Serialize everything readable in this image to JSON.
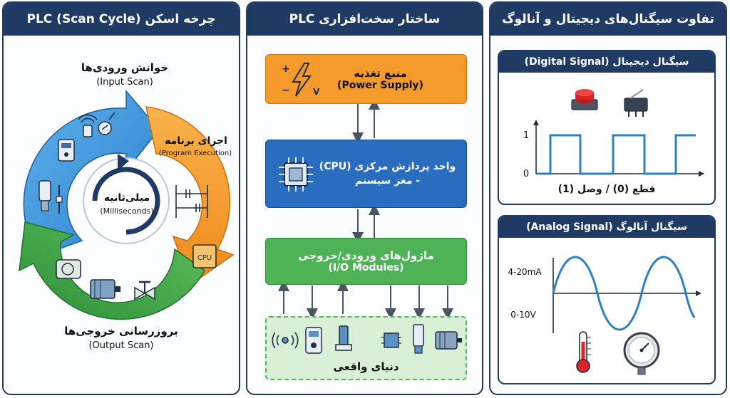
{
  "scan_panel": {
    "title": "چرخه اسکن PLC (Scan Cycle)",
    "input_scan": {
      "fa": "خوانش ورودی‌ها",
      "en": "(Input Scan)"
    },
    "program_execution": {
      "fa": "اجرای برنامه",
      "en": "(Program Execution)"
    },
    "output_scan": {
      "fa": "بروزرسانی خروجی‌ها",
      "en": "(Output Scan)"
    },
    "center": {
      "fa": "میلی‌ثانیه",
      "en": "(Milliseconds)"
    },
    "cpu_chip_label": "CPU",
    "colors": {
      "input": "#2f8fd6",
      "program": "#f39a2b",
      "output": "#3aa04a"
    }
  },
  "hardware_panel": {
    "title": "ساختار سخت‌افزاری PLC",
    "power": {
      "fa": "منبع تغذیه",
      "en": "(Power Supply)",
      "symbols": {
        "plus": "+",
        "minus": "−",
        "volt": "V"
      }
    },
    "cpu": {
      "line1": "واحد پردازش مرکزی (CPU)",
      "line2": "- مغز سیستم"
    },
    "io": {
      "fa": "ماژول‌های ورودی/خروجی",
      "en": "(I/O Modules)"
    },
    "world": {
      "label": "دنیای واقعی"
    },
    "colors": {
      "power": "#f39a2b",
      "cpu": "#2a6dbf",
      "io": "#4db356",
      "world": "#d9f0d6"
    }
  },
  "signal_panel": {
    "title": "تفاوت سیگنال‌های دیجیتال و آنالوگ",
    "digital": {
      "title": "سیگنال دیجیتال (Digital Signal)",
      "y_high": "1",
      "y_low": "0",
      "caption": "قطع (0) / وصل (1)"
    },
    "analog": {
      "title": "سیگنال آنالوگ (Analog Signal)",
      "y_top": "4-20mA",
      "y_bottom": "0-10V"
    },
    "colors": {
      "wave": "#2f7fc1",
      "header": "#1f3b63"
    }
  }
}
